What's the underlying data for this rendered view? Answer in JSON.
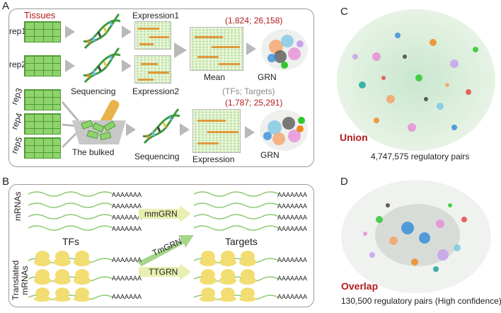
{
  "panels": {
    "a": "A",
    "b": "B",
    "c": "C",
    "d": "D"
  },
  "a": {
    "tissues": "Tissues",
    "reps": [
      "rep1",
      "rep2",
      "rep3",
      "rep4",
      "rep5"
    ],
    "sequencing": "Sequencing",
    "sequencing2": "Sequencing",
    "expression1": "Expression1",
    "expression2": "Expression2",
    "expression": "Expression",
    "mean": "Mean",
    "grn1": "GRN",
    "grn2": "GRN",
    "bulked": "The bulked",
    "count1": "(1,824; 26,158)",
    "legend": "(TFs; Targets)",
    "count2": "(1,787; 25,291)"
  },
  "b": {
    "mrnas": "mRNAs",
    "translated": "Translated mRNAs",
    "tfs": "TFs",
    "targets": "Targets",
    "polyA": "AAAAAAA",
    "mmgrn": "mmGRN",
    "tmgrn": "TmGRN",
    "ttgrn": "TTGRN"
  },
  "c": {
    "title": "Union",
    "pairs": "4,747,575 regulatory pairs"
  },
  "d": {
    "title": "Overlap",
    "pairs": "130,500 regulatory pairs (High confidence)"
  },
  "colors": {
    "accent_red": "#b01c1c",
    "brick": "#8fd36d",
    "arrow": "#b9b9b9",
    "ribosome": "#f2dd72",
    "label_arrow": "#e8efb0"
  }
}
